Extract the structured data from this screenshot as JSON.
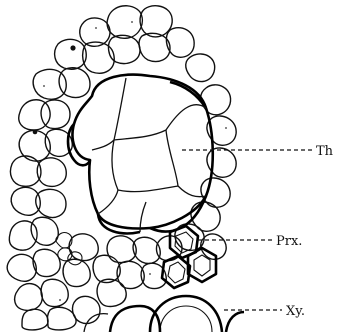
{
  "labels": {
    "th": "Th",
    "prx": "Prx.",
    "xy": "Xy."
  }
}
